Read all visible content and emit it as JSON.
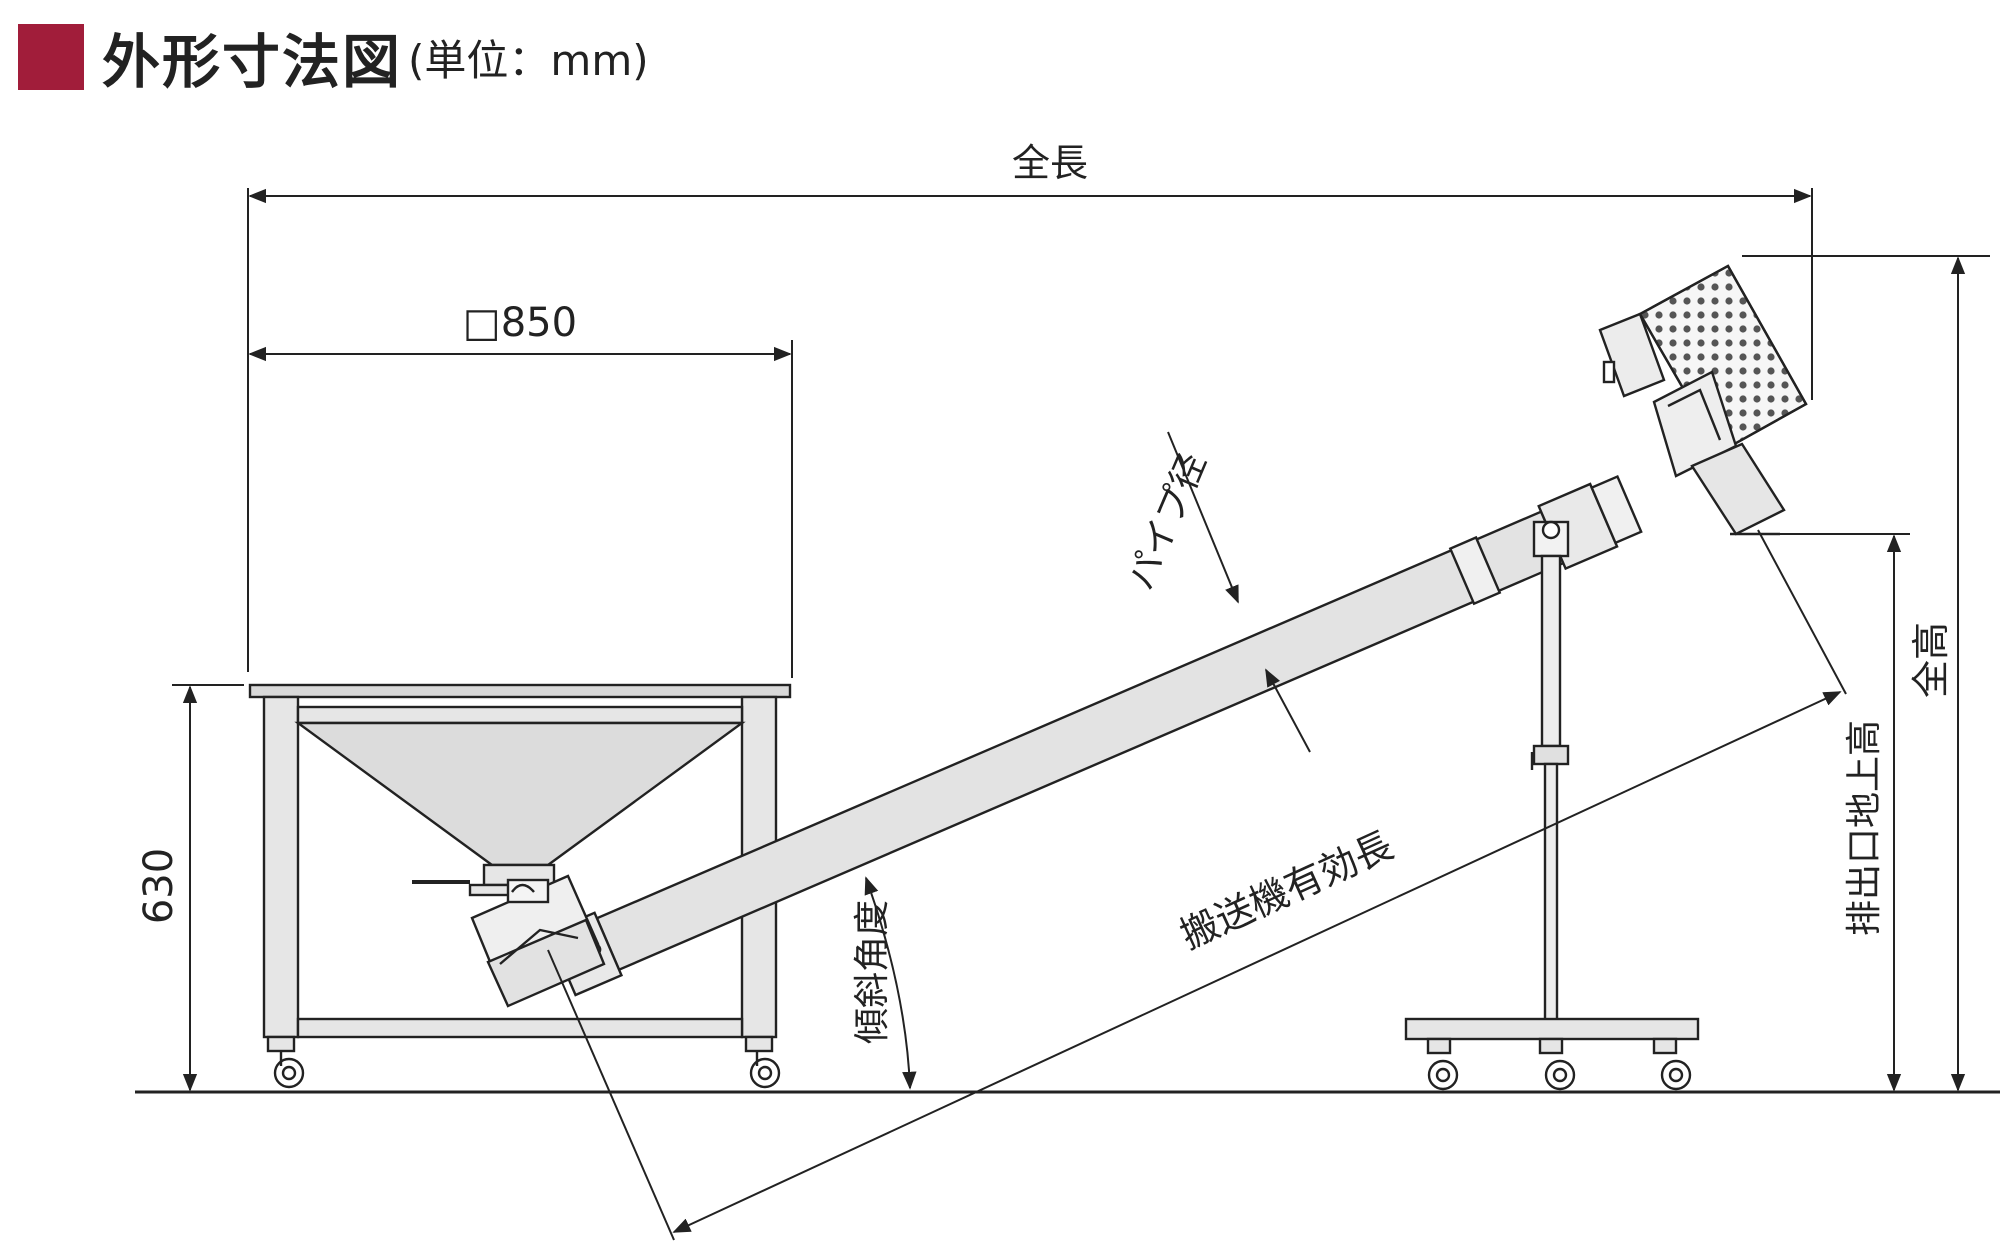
{
  "title": {
    "text": "外形寸法図",
    "unit": "(単位：mm)",
    "accent_color": "#a11d3a"
  },
  "labels": {
    "overall_length": "全長",
    "hopper_size": "□850",
    "hopper_height": "630",
    "pipe_diameter": "パイプ径",
    "incline_angle": "傾斜角度",
    "effective_length": "搬送機有効長",
    "discharge_height": "排出口地上高",
    "overall_height": "全高"
  },
  "colors": {
    "line": "#222222",
    "body_fill": "#e3e3e3",
    "frame_fill": "#d4d4d4"
  }
}
